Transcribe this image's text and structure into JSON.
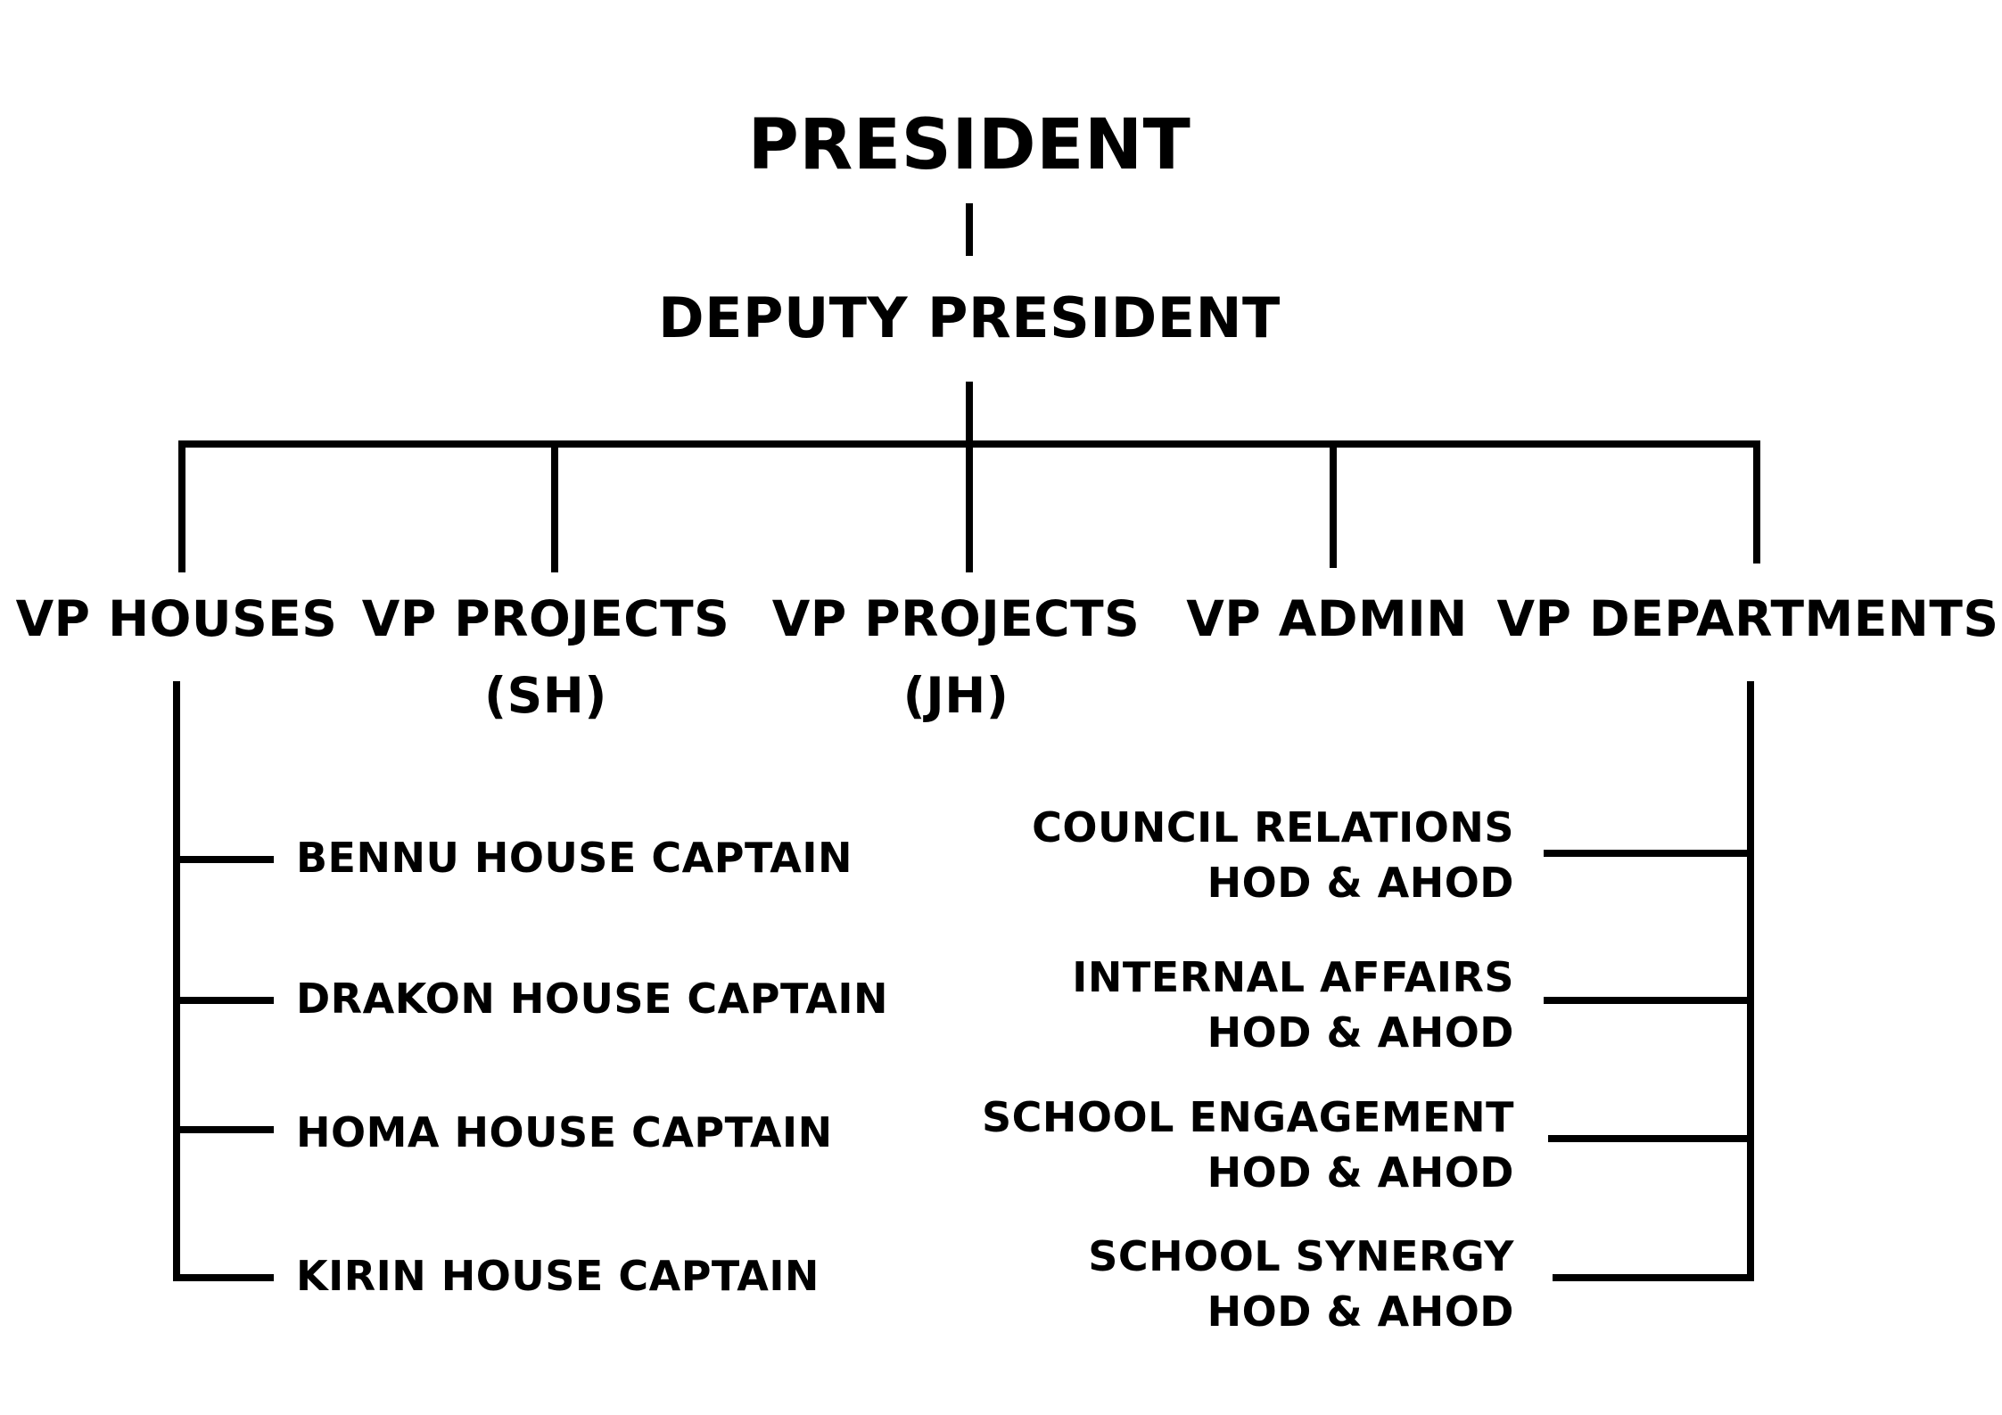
{
  "top": {
    "president": "PRESIDENT",
    "deputy": "DEPUTY PRESIDENT"
  },
  "vps": [
    {
      "line1": "VP HOUSES",
      "line2": ""
    },
    {
      "line1": "VP PROJECTS",
      "line2": "(SH)"
    },
    {
      "line1": "VP PROJECTS",
      "line2": "(JH)"
    },
    {
      "line1": "VP ADMIN",
      "line2": ""
    },
    {
      "line1": "VP DEPARTMENTS",
      "line2": ""
    }
  ],
  "houses": [
    "BENNU HOUSE CAPTAIN",
    "DRAKON HOUSE CAPTAIN",
    "HOMA HOUSE CAPTAIN",
    "KIRIN HOUSE CAPTAIN"
  ],
  "departments": [
    {
      "line1": "COUNCIL RELATIONS",
      "line2": "HOD & AHOD"
    },
    {
      "line1": "INTERNAL AFFAIRS",
      "line2": "HOD & AHOD"
    },
    {
      "line1": "SCHOOL ENGAGEMENT",
      "line2": "HOD & AHOD"
    },
    {
      "line1": "SCHOOL SYNERGY",
      "line2": "HOD & AHOD"
    }
  ]
}
